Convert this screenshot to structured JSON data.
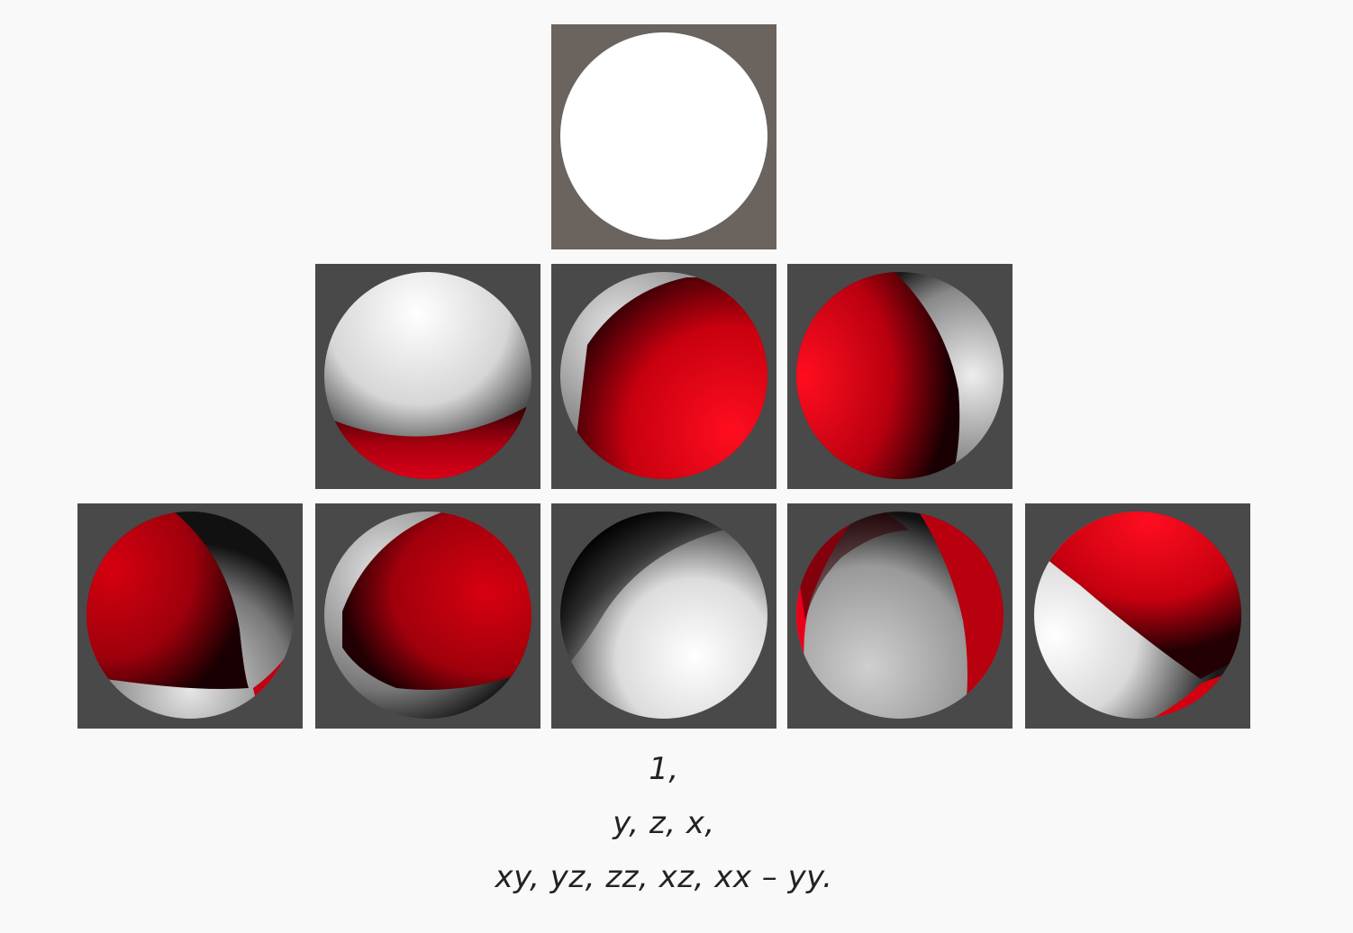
{
  "figure": {
    "colors": {
      "positive": "#ff0d1f",
      "negative": "#ffffff",
      "tile_background": "#494949",
      "base_tile_background": "#6b635d",
      "page_background": "#f9f9f9"
    },
    "rows": [
      {
        "order": 0,
        "functions": [
          "1"
        ]
      },
      {
        "order": 1,
        "functions": [
          "y",
          "z",
          "x"
        ]
      },
      {
        "order": 2,
        "functions": [
          "xy",
          "yz",
          "zz",
          "xz",
          "xx – yy"
        ]
      }
    ],
    "captions": {
      "row0": "1,",
      "row1": "y, z, x,",
      "row2": "xy, yz, zz, xz, xx – yy."
    }
  }
}
